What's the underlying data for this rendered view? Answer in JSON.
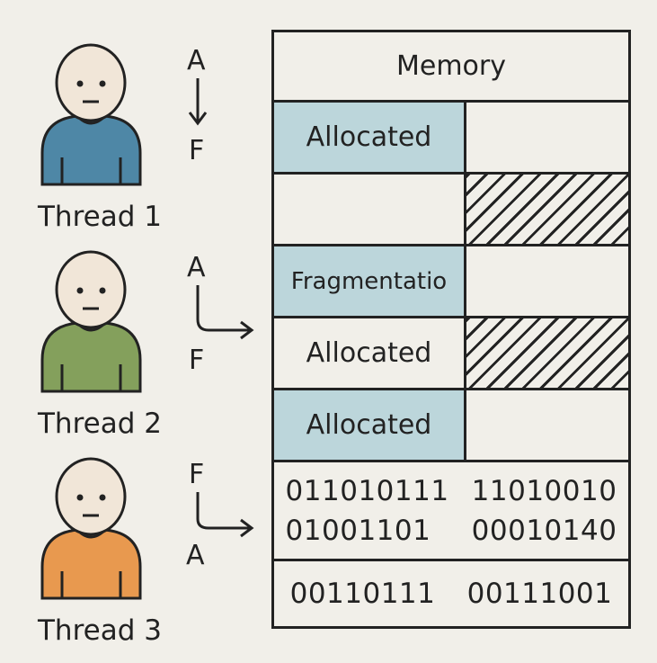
{
  "threads": [
    {
      "label": "Thread 1",
      "shirt_color": "#4e87a6",
      "arrow_top": "A",
      "arrow_bottom": "F"
    },
    {
      "label": "Thread 2",
      "shirt_color": "#84a05c",
      "arrow_top": "A",
      "arrow_bottom": "F"
    },
    {
      "label": "Thread 3",
      "shirt_color": "#e8994f",
      "arrow_top": "F",
      "arrow_bottom": "A"
    }
  ],
  "memory": {
    "title": "Memory",
    "rows": [
      {
        "left_label": "Allocated",
        "left_type": "allocated",
        "right_type": "empty"
      },
      {
        "left_label": "",
        "left_type": "empty",
        "right_type": "hatched"
      },
      {
        "left_label": "Fragmentatio",
        "left_type": "allocated",
        "right_type": "empty"
      },
      {
        "left_label": "Allocated",
        "left_type": "empty",
        "right_type": "hatched"
      },
      {
        "left_label": "Allocated",
        "left_type": "allocated",
        "right_type": "empty"
      }
    ],
    "binary": {
      "row1": [
        "011010111",
        "11010010"
      ],
      "row2": [
        "01001101",
        "00010140"
      ],
      "row3": [
        "00110111",
        "00111001"
      ]
    }
  },
  "colors": {
    "allocated": "#bcd6db",
    "background": "#f1efe9",
    "line": "#222222"
  }
}
